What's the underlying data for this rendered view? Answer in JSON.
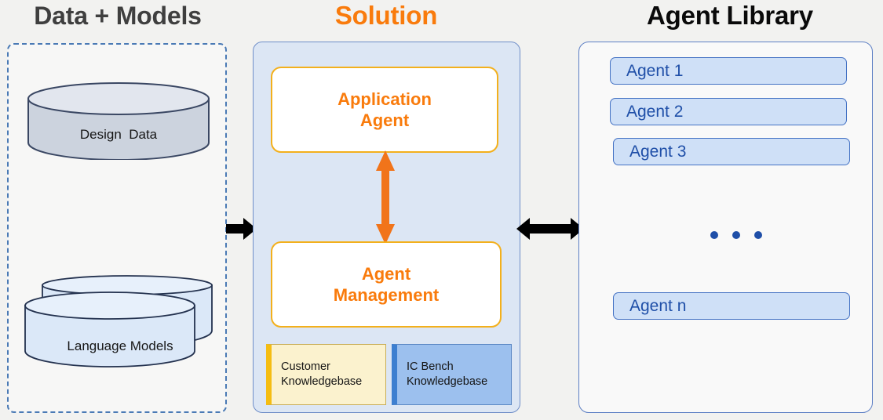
{
  "titles": {
    "data_models": "Data + Models",
    "solution": "Solution",
    "agent_library": "Agent Library"
  },
  "data_panel": {
    "items": [
      {
        "label": "Design  Data",
        "shape": "cylinder",
        "fill": "#ccd3de",
        "stroke": "#3a4763"
      },
      {
        "label": "Language Models",
        "shape": "stacked-cylinder",
        "fill": "#dbe8f8",
        "stroke": "#24324f"
      }
    ]
  },
  "solution_panel": {
    "background": "#dce6f4",
    "border": "#6f8ec8",
    "cards": [
      {
        "label": "Application\nAgent",
        "line1": "Application",
        "line2": "Agent",
        "border": "#f3b01c",
        "text": "#f97b0c"
      },
      {
        "label": "Agent\nManagement",
        "line1": "Agent",
        "line2": "Management",
        "border": "#f3b01c",
        "text": "#f97b0c"
      }
    ],
    "knowledgebases": [
      {
        "line1": "Customer",
        "line2": "Knowledgebase",
        "fill": "#fbf2ce",
        "accent": "#f5bd12"
      },
      {
        "line1": "IC Bench",
        "line2": "Knowledgebase",
        "fill": "#9cc0ee",
        "accent": "#3d7fd0"
      }
    ],
    "internal_arrow": "bidirectional-vertical-orange"
  },
  "agent_library_panel": {
    "background": "#f9f9f9",
    "border": "#5d7fc4",
    "agents": [
      {
        "label": "Agent 1"
      },
      {
        "label": "Agent 2"
      },
      {
        "label": "Agent 3"
      },
      {
        "label": "Agent n"
      }
    ],
    "ellipsis": "•••"
  },
  "connectors": [
    {
      "name": "data-to-solution",
      "direction": "right",
      "color": "#000000"
    },
    {
      "name": "solution-to-agents",
      "direction": "bidirectional",
      "color": "#000000"
    }
  ],
  "colors": {
    "orange": "#f97b0c",
    "gold": "#f3b01c",
    "blue": "#1f4fa8",
    "panel_blue": "#dce6f4",
    "dark_gray": "#3f3f3f"
  }
}
